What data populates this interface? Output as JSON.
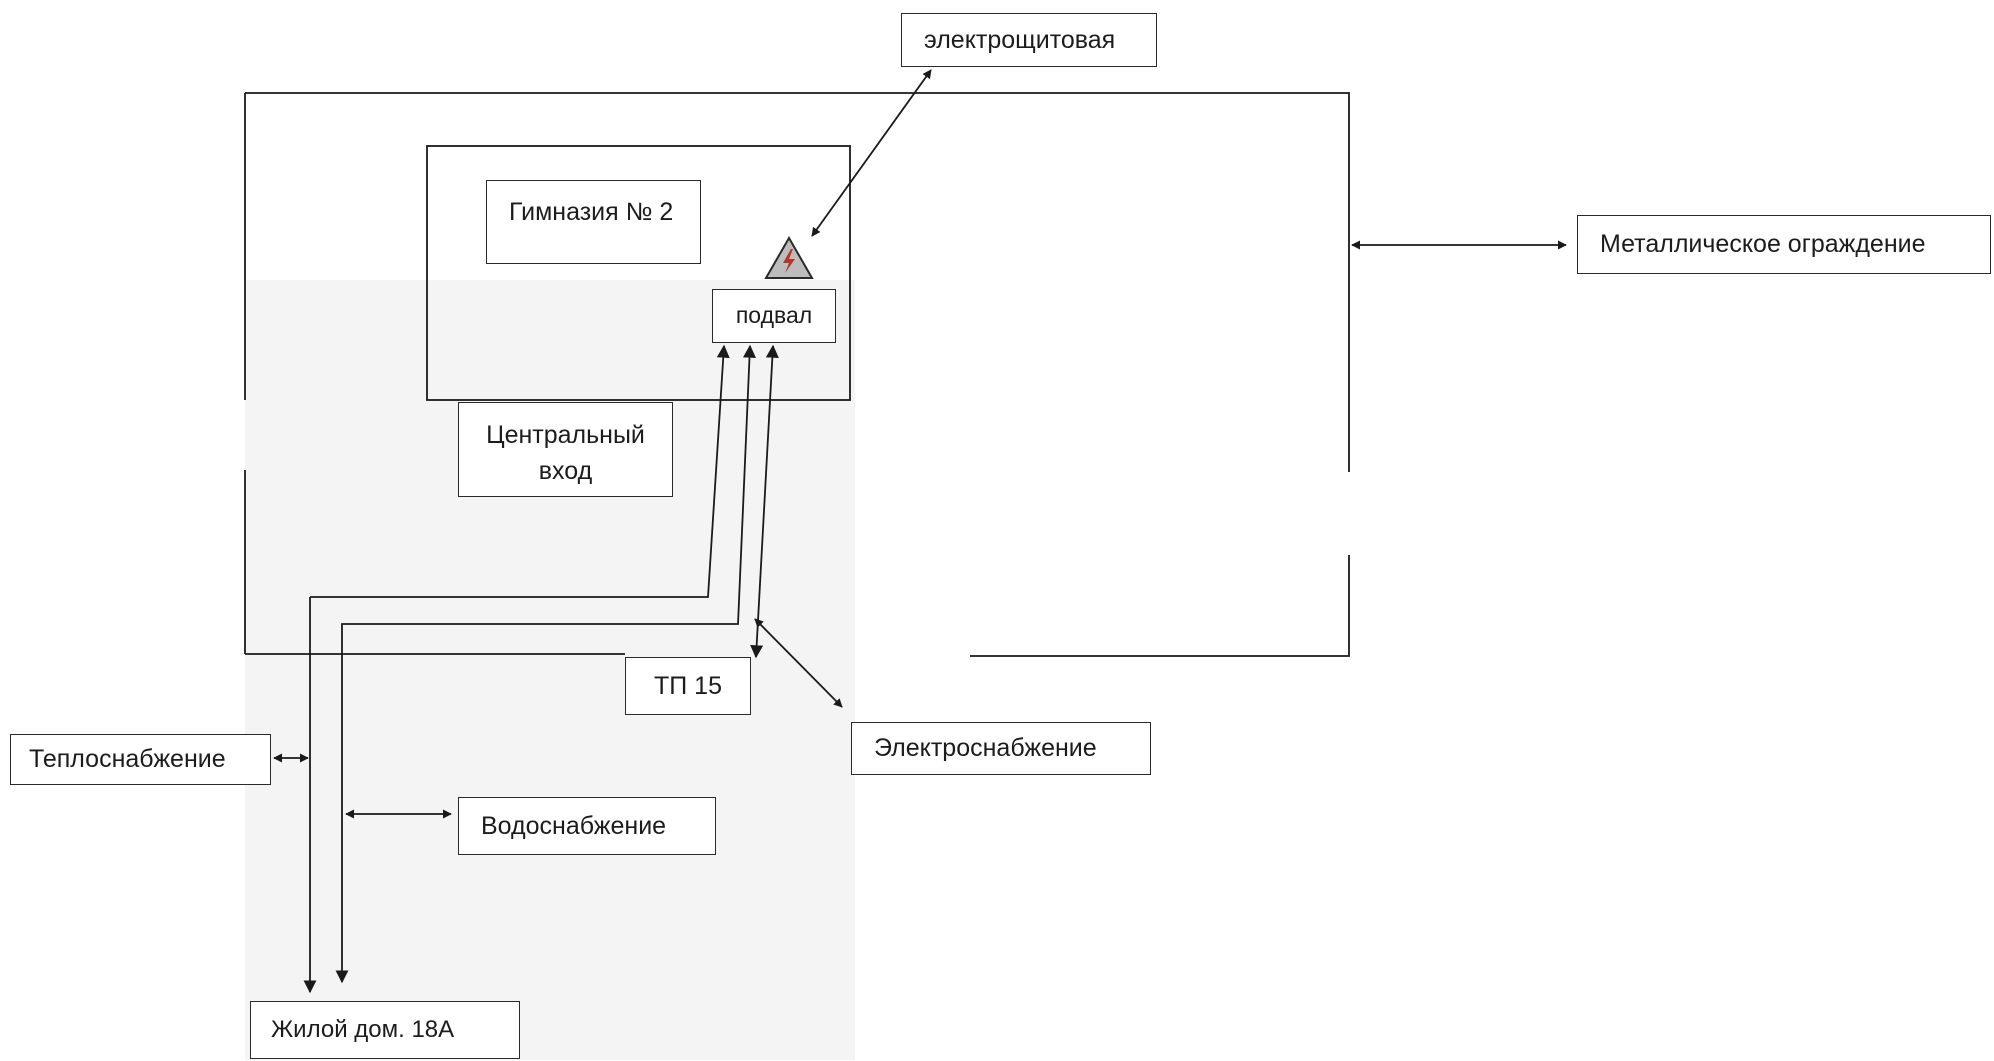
{
  "diagram": {
    "labels": {
      "electrical_room": "электрощитовая",
      "gymnasium": "Гимназия № 2",
      "basement": "подвал",
      "fence": "Металлическое ограждение",
      "main_entrance": "Центральный вход",
      "substation": "ТП 15",
      "power_supply": "Электроснабжение",
      "heat_supply": "Теплоснабжение",
      "water_supply": "Водоснабжение",
      "residential_building": "Жилой дом. 18А"
    },
    "icons": {
      "electrical_hazard": "high-voltage-warning-icon"
    },
    "colors": {
      "line": "#1a1a1a",
      "box_border": "#2a2a2a",
      "hazard_fill": "#bdbdbd",
      "hazard_bolt": "#b8322a",
      "scan_shade": "#f4f4f4"
    }
  }
}
